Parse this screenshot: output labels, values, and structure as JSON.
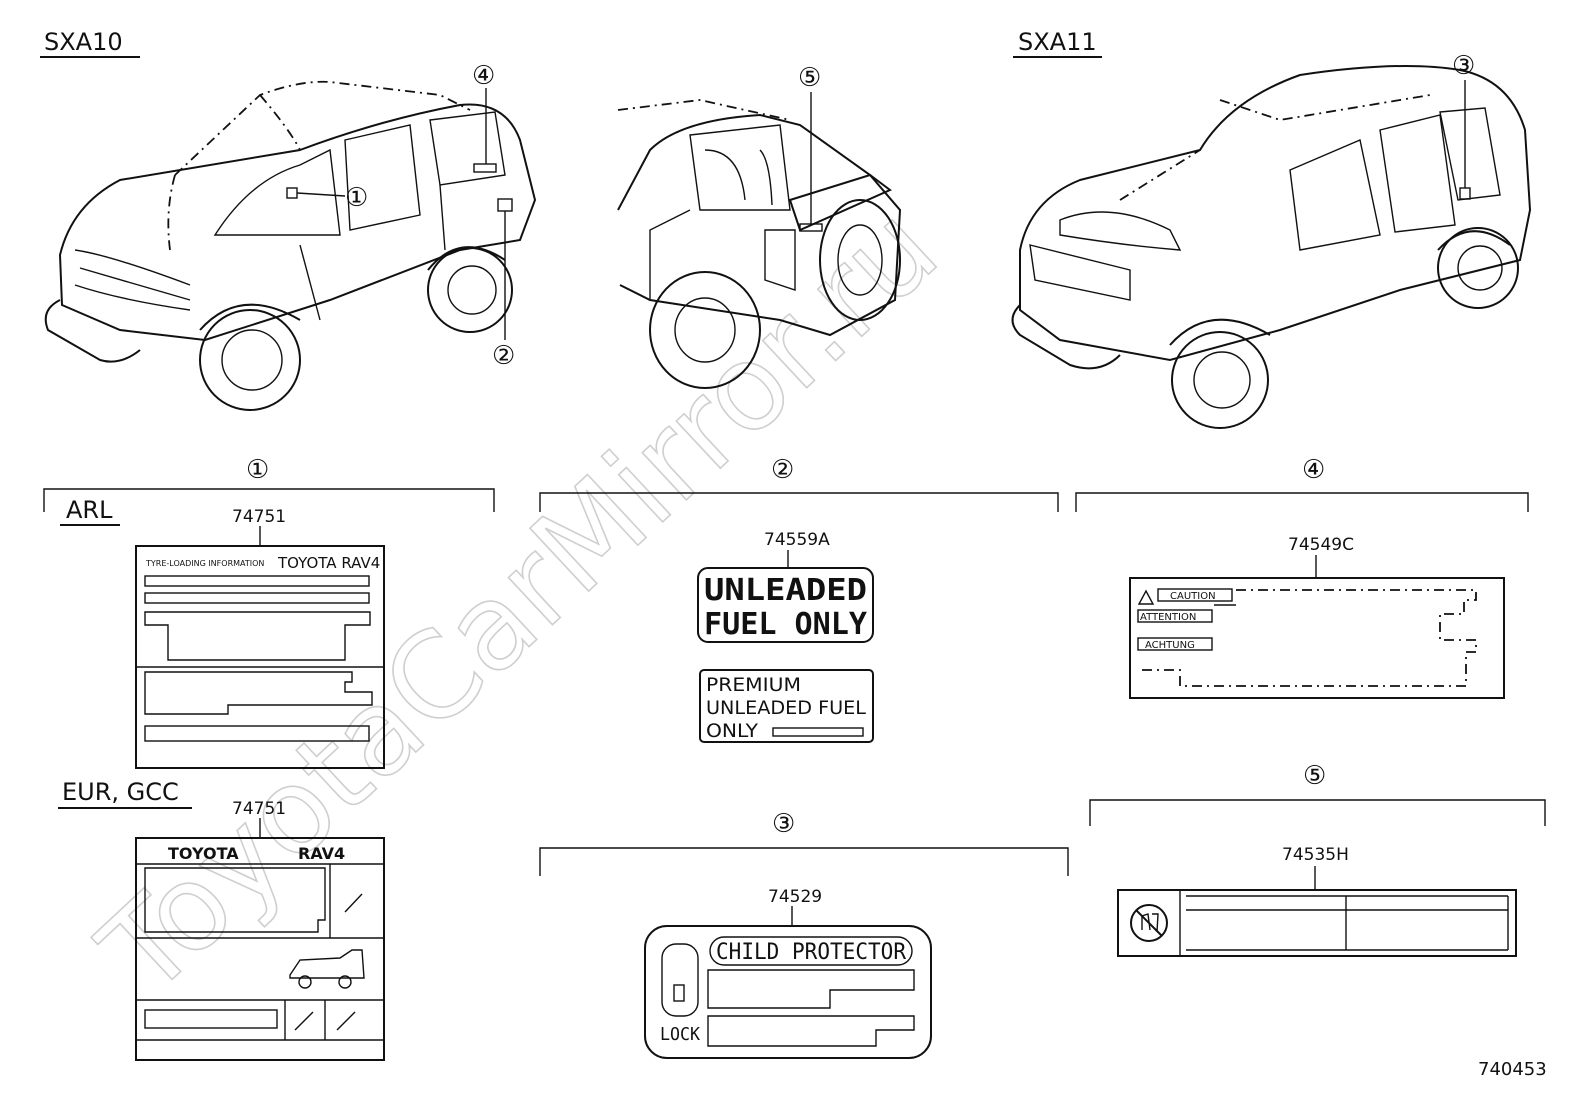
{
  "models": {
    "left": "SXA10",
    "right": "SXA11"
  },
  "watermark": "ToyotaCarMirror.ru",
  "callouts": [
    "①",
    "②",
    "③",
    "④",
    "⑤"
  ],
  "sections": {
    "s1": {
      "marker": "①",
      "region_arl": "ARL",
      "region_eur": "EUR, GCC",
      "part_arl": "74751",
      "part_eur": "74751",
      "arl_label_header_left": "TYRE-LOADING INFORMATION",
      "arl_label_header_right": "TOYOTA RAV4",
      "eur_label_brand": "TOYOTA",
      "eur_label_model": "RAV4"
    },
    "s2": {
      "marker": "②",
      "part": "74559A",
      "label_a_line1": "UNLEADED",
      "label_a_line2": "FUEL ONLY",
      "label_b_line1": "PREMIUM",
      "label_b_line2": "UNLEADED FUEL",
      "label_b_line3": "ONLY"
    },
    "s3": {
      "marker": "③",
      "part": "74529",
      "title": "CHILD PROTECTOR",
      "lock_text": "LOCK"
    },
    "s4": {
      "marker": "④",
      "part": "74549C",
      "caution": "CAUTION",
      "attention": "ATTENTION",
      "achtung": "ACHTUNG"
    },
    "s5": {
      "marker": "⑤",
      "part": "74535H"
    }
  },
  "diagram_id": "740453"
}
